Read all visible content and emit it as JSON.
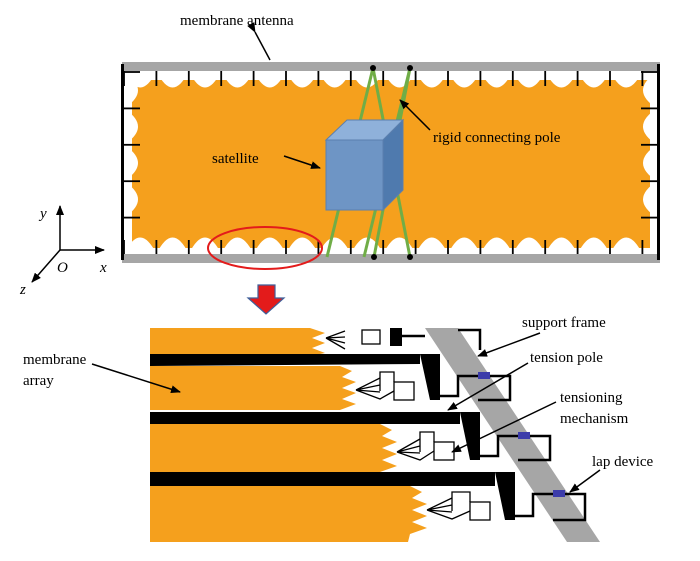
{
  "top_view": {
    "label_membrane_antenna": "membrane antenna",
    "label_rigid_pole": "rigid connecting pole",
    "label_satellite": "satellite"
  },
  "axes": {
    "y": "y",
    "x": "x",
    "z": "z",
    "origin": "O"
  },
  "detail_view": {
    "label_membrane_array_line1": "membrane",
    "label_membrane_array_line2": "array",
    "label_support_frame": "support frame",
    "label_tension_pole": "tension pole",
    "label_tensioning_line1": "tensioning",
    "label_tensioning_line2": "mechanism",
    "label_lap_device": "lap device"
  },
  "colors": {
    "membrane": "#F5A01D",
    "frame": "#A6A6A6",
    "pole": "#70AD47",
    "satellite_front": "#6E95C5",
    "satellite_top": "#8FB1DA",
    "satellite_side": "#4F7AAE",
    "highlight": "#E31B1B",
    "lap": "#3C3CAA"
  }
}
